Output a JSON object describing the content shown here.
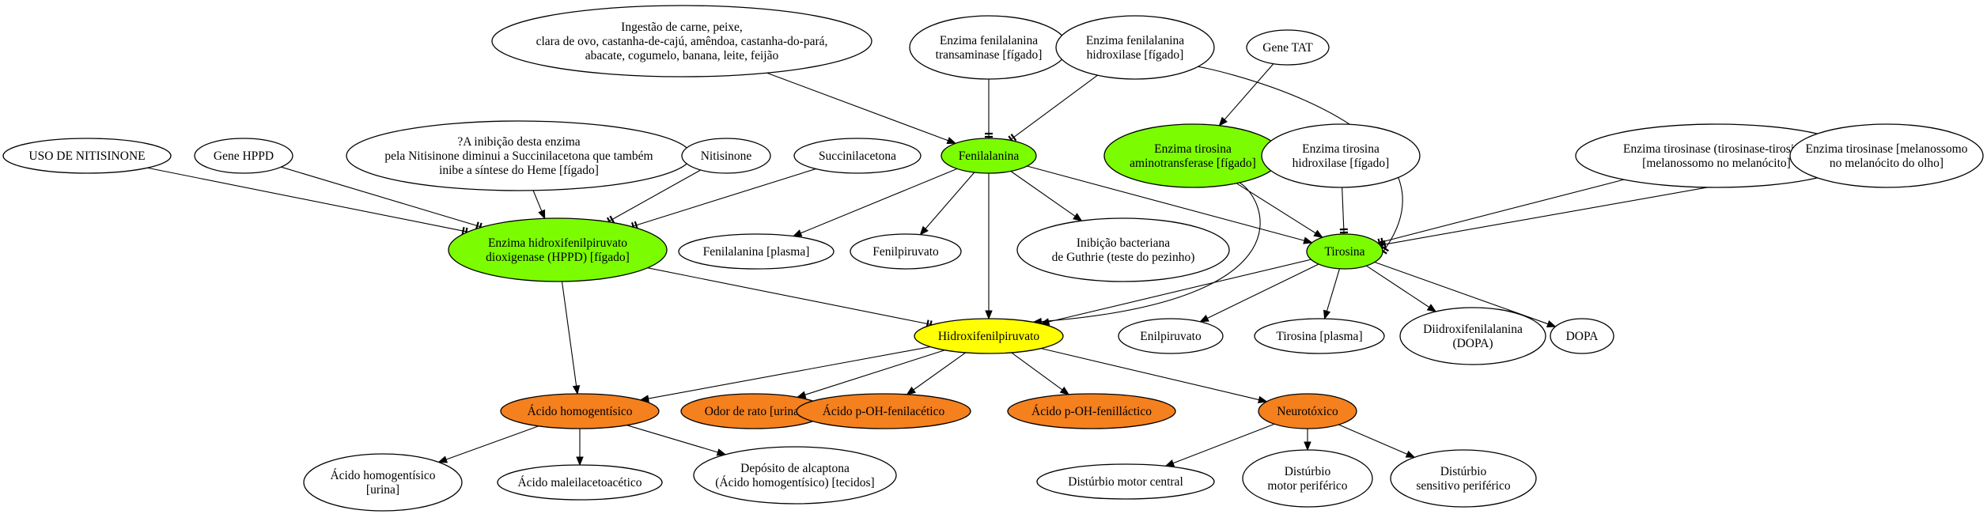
{
  "colors": {
    "white": "#ffffff",
    "green": "#7cfc00",
    "yellow": "#ffff00",
    "orange": "#f4801e",
    "line": "#000000"
  },
  "nodes": [
    {
      "id": "ingestao",
      "lines": [
        "Ingestão de carne, peixe,",
        "clara de ovo, castanha-de-cajú, amêndoa, castanha-do-pará,",
        "abacate, cogumelo, banana, leite, feijão"
      ],
      "fill": "white"
    },
    {
      "id": "transaminase",
      "lines": [
        "Enzima fenilalanina",
        "transaminase [fígado]"
      ],
      "fill": "white"
    },
    {
      "id": "fenhidroxilase",
      "lines": [
        "Enzima fenilalanina",
        "hidroxilase [fígado]"
      ],
      "fill": "white"
    },
    {
      "id": "genetat",
      "lines": [
        "Gene TAT"
      ],
      "fill": "white"
    },
    {
      "id": "nitisinone_uso",
      "lines": [
        "USO DE NITISINONE"
      ],
      "fill": "white"
    },
    {
      "id": "genehppd",
      "lines": [
        "Gene HPPD"
      ],
      "fill": "white"
    },
    {
      "id": "inibicao",
      "lines": [
        "?A inibição desta enzima",
        "pela Nitisinone diminui a Succinilacetona que também",
        "inibe a síntese do Heme [fígado]"
      ],
      "fill": "white"
    },
    {
      "id": "nitisinone",
      "lines": [
        "Nitisinone"
      ],
      "fill": "white"
    },
    {
      "id": "succinil",
      "lines": [
        "Succinilacetona"
      ],
      "fill": "white"
    },
    {
      "id": "fenilalanina",
      "lines": [
        "Fenilalanina"
      ],
      "fill": "green"
    },
    {
      "id": "tat",
      "lines": [
        "Enzima tirosina",
        "aminotransferase [fígado]"
      ],
      "fill": "green"
    },
    {
      "id": "tirhidroxilase",
      "lines": [
        "Enzima tirosina",
        "hidroxilase [fígado]"
      ],
      "fill": "white"
    },
    {
      "id": "tirosinase1",
      "lines": [
        "Enzima tirosinase (tirosinase-tirosina)",
        "[melanossomo no melanócito]"
      ],
      "fill": "white"
    },
    {
      "id": "tirosinase2",
      "lines": [
        "Enzima tirosinase [melanossomo",
        "no melanócito do olho]"
      ],
      "fill": "white"
    },
    {
      "id": "hppd",
      "lines": [
        "Enzima hidroxifenilpiruvato",
        "dioxigenase (HPPD) [fígado]"
      ],
      "fill": "green"
    },
    {
      "id": "fen_plasma",
      "lines": [
        "Fenilalanina [plasma]"
      ],
      "fill": "white"
    },
    {
      "id": "fenilpiruvato",
      "lines": [
        "Fenilpiruvato"
      ],
      "fill": "white"
    },
    {
      "id": "guthrie",
      "lines": [
        "Inibição bacteriana",
        "de Guthrie (teste do pezinho)"
      ],
      "fill": "white"
    },
    {
      "id": "tirosina",
      "lines": [
        "Tirosina"
      ],
      "fill": "green"
    },
    {
      "id": "hidroxi",
      "lines": [
        "Hidroxifenilpiruvato"
      ],
      "fill": "yellow"
    },
    {
      "id": "enilpiruvato",
      "lines": [
        "Enilpiruvato"
      ],
      "fill": "white"
    },
    {
      "id": "tir_plasma",
      "lines": [
        "Tirosina [plasma]"
      ],
      "fill": "white"
    },
    {
      "id": "dopa_full",
      "lines": [
        "Diidroxifenilalanina",
        "(DOPA)"
      ],
      "fill": "white"
    },
    {
      "id": "dopa",
      "lines": [
        "DOPA"
      ],
      "fill": "white"
    },
    {
      "id": "homogentisico",
      "lines": [
        "Ácido homogentísico"
      ],
      "fill": "orange"
    },
    {
      "id": "odor",
      "lines": [
        "Odor de rato [urina]"
      ],
      "fill": "orange"
    },
    {
      "id": "fenilacetico",
      "lines": [
        "Ácido p-OH-fenilacético"
      ],
      "fill": "orange"
    },
    {
      "id": "fenillatico",
      "lines": [
        "Ácido p-OH-fenilláctico"
      ],
      "fill": "orange"
    },
    {
      "id": "neurotoxico",
      "lines": [
        "Neurotóxico"
      ],
      "fill": "orange"
    },
    {
      "id": "homo_urina",
      "lines": [
        "Ácido homogentísico",
        "[urina]"
      ],
      "fill": "white"
    },
    {
      "id": "maleil",
      "lines": [
        "Ácido maleilacetoacético"
      ],
      "fill": "white"
    },
    {
      "id": "alcaptona",
      "lines": [
        "Depósito de alcaptona",
        "(Ácido homogentísico) [tecidos]"
      ],
      "fill": "white"
    },
    {
      "id": "motor_central",
      "lines": [
        "Distúrbio motor central"
      ],
      "fill": "white"
    },
    {
      "id": "motor_perif",
      "lines": [
        "Distúrbio",
        "motor periférico"
      ],
      "fill": "white"
    },
    {
      "id": "sensitivo",
      "lines": [
        "Distúrbio",
        "sensitivo periférico"
      ],
      "fill": "white"
    }
  ],
  "edges": [
    {
      "from": "ingestao",
      "to": "fenilalanina",
      "head": "arrow"
    },
    {
      "from": "transaminase",
      "to": "fenilalanina",
      "head": "tee"
    },
    {
      "from": "fenhidroxilase",
      "to": "fenilalanina",
      "head": "tee"
    },
    {
      "from": "fenhidroxilase",
      "to": "tirosina",
      "head": "tee"
    },
    {
      "from": "genetat",
      "to": "tat",
      "head": "arrow"
    },
    {
      "from": "nitisinone_uso",
      "to": "hppd",
      "head": "tee"
    },
    {
      "from": "genehppd",
      "to": "hppd",
      "head": "tee"
    },
    {
      "from": "inibicao",
      "to": "hppd",
      "head": "arrow"
    },
    {
      "from": "nitisinone",
      "to": "hppd",
      "head": "tee"
    },
    {
      "from": "succinil",
      "to": "hppd",
      "head": "tee"
    },
    {
      "from": "fenilalanina",
      "to": "fen_plasma",
      "head": "arrow"
    },
    {
      "from": "fenilalanina",
      "to": "fenilpiruvato",
      "head": "arrow"
    },
    {
      "from": "fenilalanina",
      "to": "guthrie",
      "head": "arrow"
    },
    {
      "from": "fenilalanina",
      "to": "tirosina",
      "head": "arrow"
    },
    {
      "from": "fenilalanina",
      "to": "hidroxi",
      "head": "arrow"
    },
    {
      "from": "tat",
      "to": "tirosina",
      "head": "arrow"
    },
    {
      "from": "tat",
      "to": "hidroxi",
      "head": "arrow"
    },
    {
      "from": "tirhidroxilase",
      "to": "tirosina",
      "head": "tee"
    },
    {
      "from": "tirosinase1",
      "to": "tirosina",
      "head": "tee"
    },
    {
      "from": "tirosinase2",
      "to": "tirosina",
      "head": "tee"
    },
    {
      "from": "hppd",
      "to": "hidroxi",
      "head": "tee"
    },
    {
      "from": "hppd",
      "to": "homogentisico",
      "head": "arrow"
    },
    {
      "from": "tirosina",
      "to": "hidroxi",
      "head": "arrow"
    },
    {
      "from": "tirosina",
      "to": "enilpiruvato",
      "head": "arrow"
    },
    {
      "from": "tirosina",
      "to": "tir_plasma",
      "head": "arrow"
    },
    {
      "from": "tirosina",
      "to": "dopa_full",
      "head": "arrow"
    },
    {
      "from": "tirosina",
      "to": "dopa",
      "head": "arrow"
    },
    {
      "from": "hidroxi",
      "to": "homogentisico",
      "head": "arrow"
    },
    {
      "from": "hidroxi",
      "to": "odor",
      "head": "arrow"
    },
    {
      "from": "hidroxi",
      "to": "fenilacetico",
      "head": "arrow"
    },
    {
      "from": "hidroxi",
      "to": "fenillatico",
      "head": "arrow"
    },
    {
      "from": "hidroxi",
      "to": "neurotoxico",
      "head": "arrow"
    },
    {
      "from": "homogentisico",
      "to": "homo_urina",
      "head": "arrow"
    },
    {
      "from": "homogentisico",
      "to": "maleil",
      "head": "arrow"
    },
    {
      "from": "homogentisico",
      "to": "alcaptona",
      "head": "arrow"
    },
    {
      "from": "neurotoxico",
      "to": "motor_central",
      "head": "arrow"
    },
    {
      "from": "neurotoxico",
      "to": "motor_perif",
      "head": "arrow"
    },
    {
      "from": "neurotoxico",
      "to": "sensitivo",
      "head": "arrow"
    }
  ]
}
